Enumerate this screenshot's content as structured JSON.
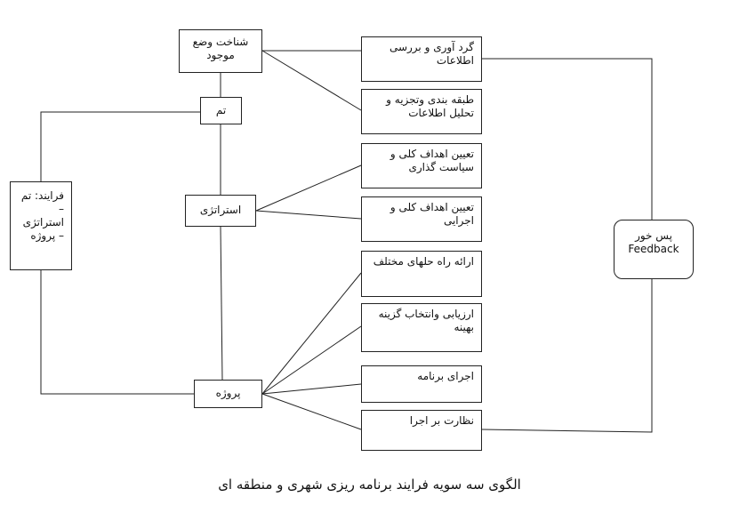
{
  "nodes": {
    "existing": "شناخت وضع موجود",
    "theme": "تم",
    "strategy": "استراتژی",
    "project": "پروژه",
    "process": "فرایند: تم – استراتژی – پروژه",
    "collect": "گرد آوری و بررسی اطلاعات",
    "classify": "طبقه بندی وتجزیه و تحلیل اطلاعات",
    "goals_policy": "تعیین اهداف کلی و سیاست گذاری",
    "goals_exec": "تعیین اهداف کلی و اجرایی",
    "alternatives": "ارائه راه حلهای مختلف",
    "evaluate": "ارزیابی وانتخاب گزینه بهینه",
    "implement": "اجرای برنامه",
    "monitor": "نظارت بر اجرا",
    "feedback_fa": "پس خور",
    "feedback_en": "Feedback"
  },
  "caption": "الگوی سه سویه فرایند برنامه ریزی شهری و منطقه ای"
}
